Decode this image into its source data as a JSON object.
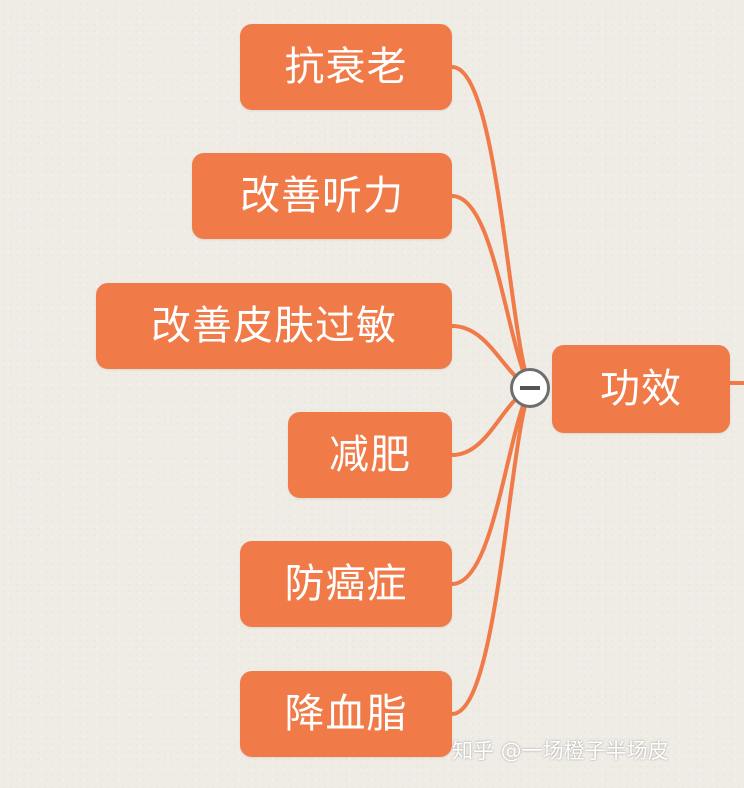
{
  "diagram": {
    "root": {
      "label": "功效"
    },
    "children": [
      {
        "label": "抗衰老"
      },
      {
        "label": "改善听力"
      },
      {
        "label": "改善皮肤过敏"
      },
      {
        "label": "减肥"
      },
      {
        "label": "防癌症"
      },
      {
        "label": "降血脂"
      }
    ],
    "collapse_symbol": "minus",
    "node_color": "#f07a48",
    "connector_color": "#f07a48",
    "text_color": "#ffffff",
    "background_color": "#efebe5"
  },
  "watermark": {
    "text": "知乎 @一场橙子半场皮"
  }
}
